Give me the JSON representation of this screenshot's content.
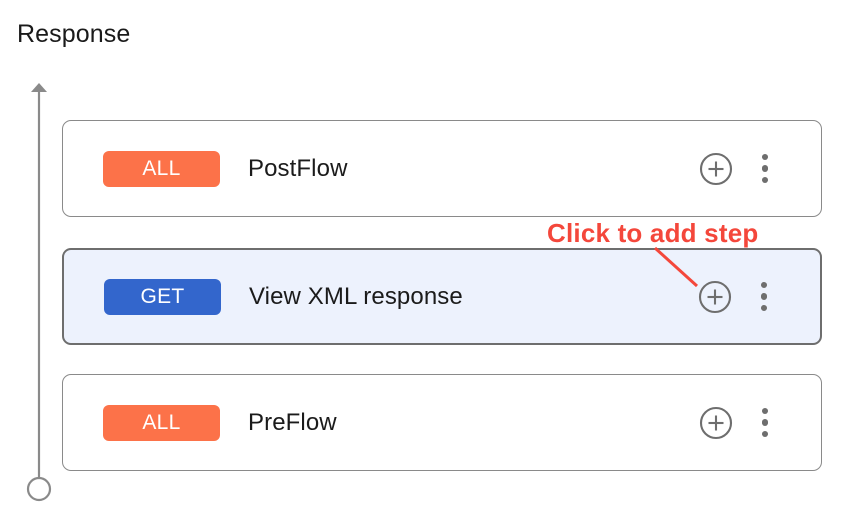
{
  "page": {
    "title": "Response"
  },
  "axis": {
    "name": "flow-direction-axis",
    "color": "#8a8a8a"
  },
  "flow": {
    "steps": [
      {
        "id": "postflow",
        "badge": "ALL",
        "badge_color": "#fc7249",
        "name": "PostFlow",
        "selected": false,
        "add_icon": "plus-circle-icon",
        "menu_icon": "kebab-menu-icon"
      },
      {
        "id": "view-xml-response",
        "badge": "GET",
        "badge_color": "#3366cc",
        "name": "View XML response",
        "selected": true,
        "add_icon": "plus-circle-icon",
        "menu_icon": "kebab-menu-icon"
      },
      {
        "id": "preflow",
        "badge": "ALL",
        "badge_color": "#fc7249",
        "name": "PreFlow",
        "selected": false,
        "add_icon": "plus-circle-icon",
        "menu_icon": "kebab-menu-icon"
      }
    ]
  },
  "annotation": {
    "text": "Click to add step",
    "color": "#f4473b"
  }
}
